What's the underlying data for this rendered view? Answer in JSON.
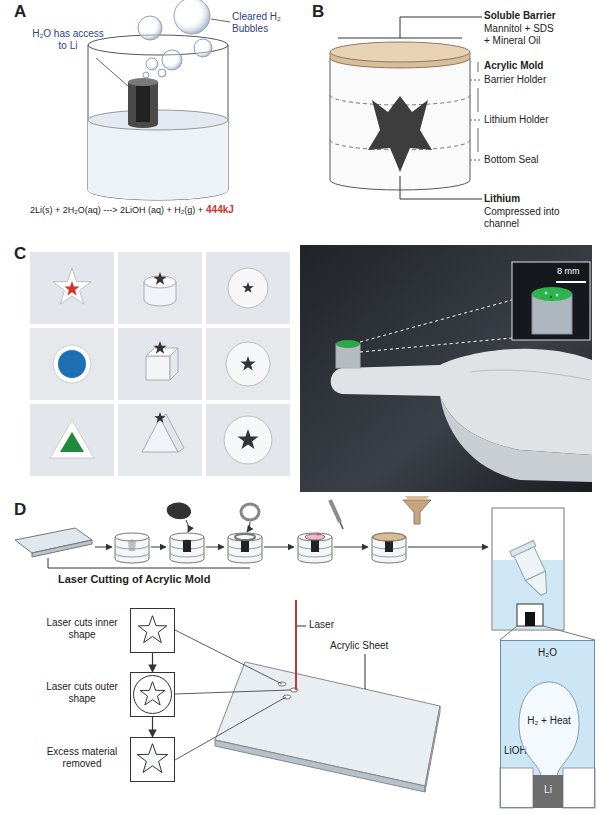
{
  "diagram": {
    "nodes": [
      {
        "text": [
          "Laser cuts inner shape"
        ]
      },
      {
        "text": [
          "Laser cuts outer shape"
        ]
      },
      {
        "text": [
          "Excess material removed"
        ]
      },
      {
        "text": [
          "H₂O",
          "LiOH"
        ]
      },
      {
        "text": [
          "H₂ + Heat"
        ],
        "in": 3
      },
      {
        "text": [
          "Li"
        ],
        "in": 3
      }
    ],
    "edges": [
      {
        "from": 0,
        "to": 1,
        "arrow": "to"
      },
      {
        "from": 1,
        "to": 2,
        "arrow": "to"
      }
    ],
    "labels": [
      "A",
      "H₂O has access to Li",
      "Cleared H₂ Bubbles",
      "2Li(s) + 2H₂O(aq) ---> 2LiOH (aq) + H₂(g) +",
      "444kJ",
      "B",
      "Soluble Barrier",
      "Mannitol + SDS + Mineral Oil",
      "Acrylic Mold",
      "Barrier Holder",
      "Lithium Holder",
      "Bottom Seal",
      "Lithium",
      "Compressed into channel",
      "C",
      "8 mm",
      "D",
      "Laser Cutting of Acrylic Mold",
      "Laser",
      "Acrylic Sheet"
    ]
  }
}
